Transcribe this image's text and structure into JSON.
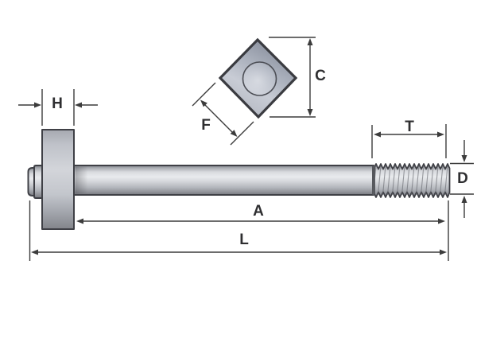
{
  "diagram": {
    "part": "square-head bolt engineering drawing",
    "dimension_labels": {
      "head_height": "H",
      "head_corner_width": "C",
      "head_flat_width": "F",
      "thread_length": "T",
      "body_diameter": "D",
      "body_length": "A",
      "overall_length": "L"
    },
    "colors": {
      "background": "#ffffff",
      "dimension_line": "#3c3c3c",
      "label_text": "#2e2e30",
      "metal_outline": "#3f4046",
      "metal_light": "#e9ebee",
      "metal_mid": "#b9bcc2",
      "metal_dark": "#7e8086"
    }
  }
}
